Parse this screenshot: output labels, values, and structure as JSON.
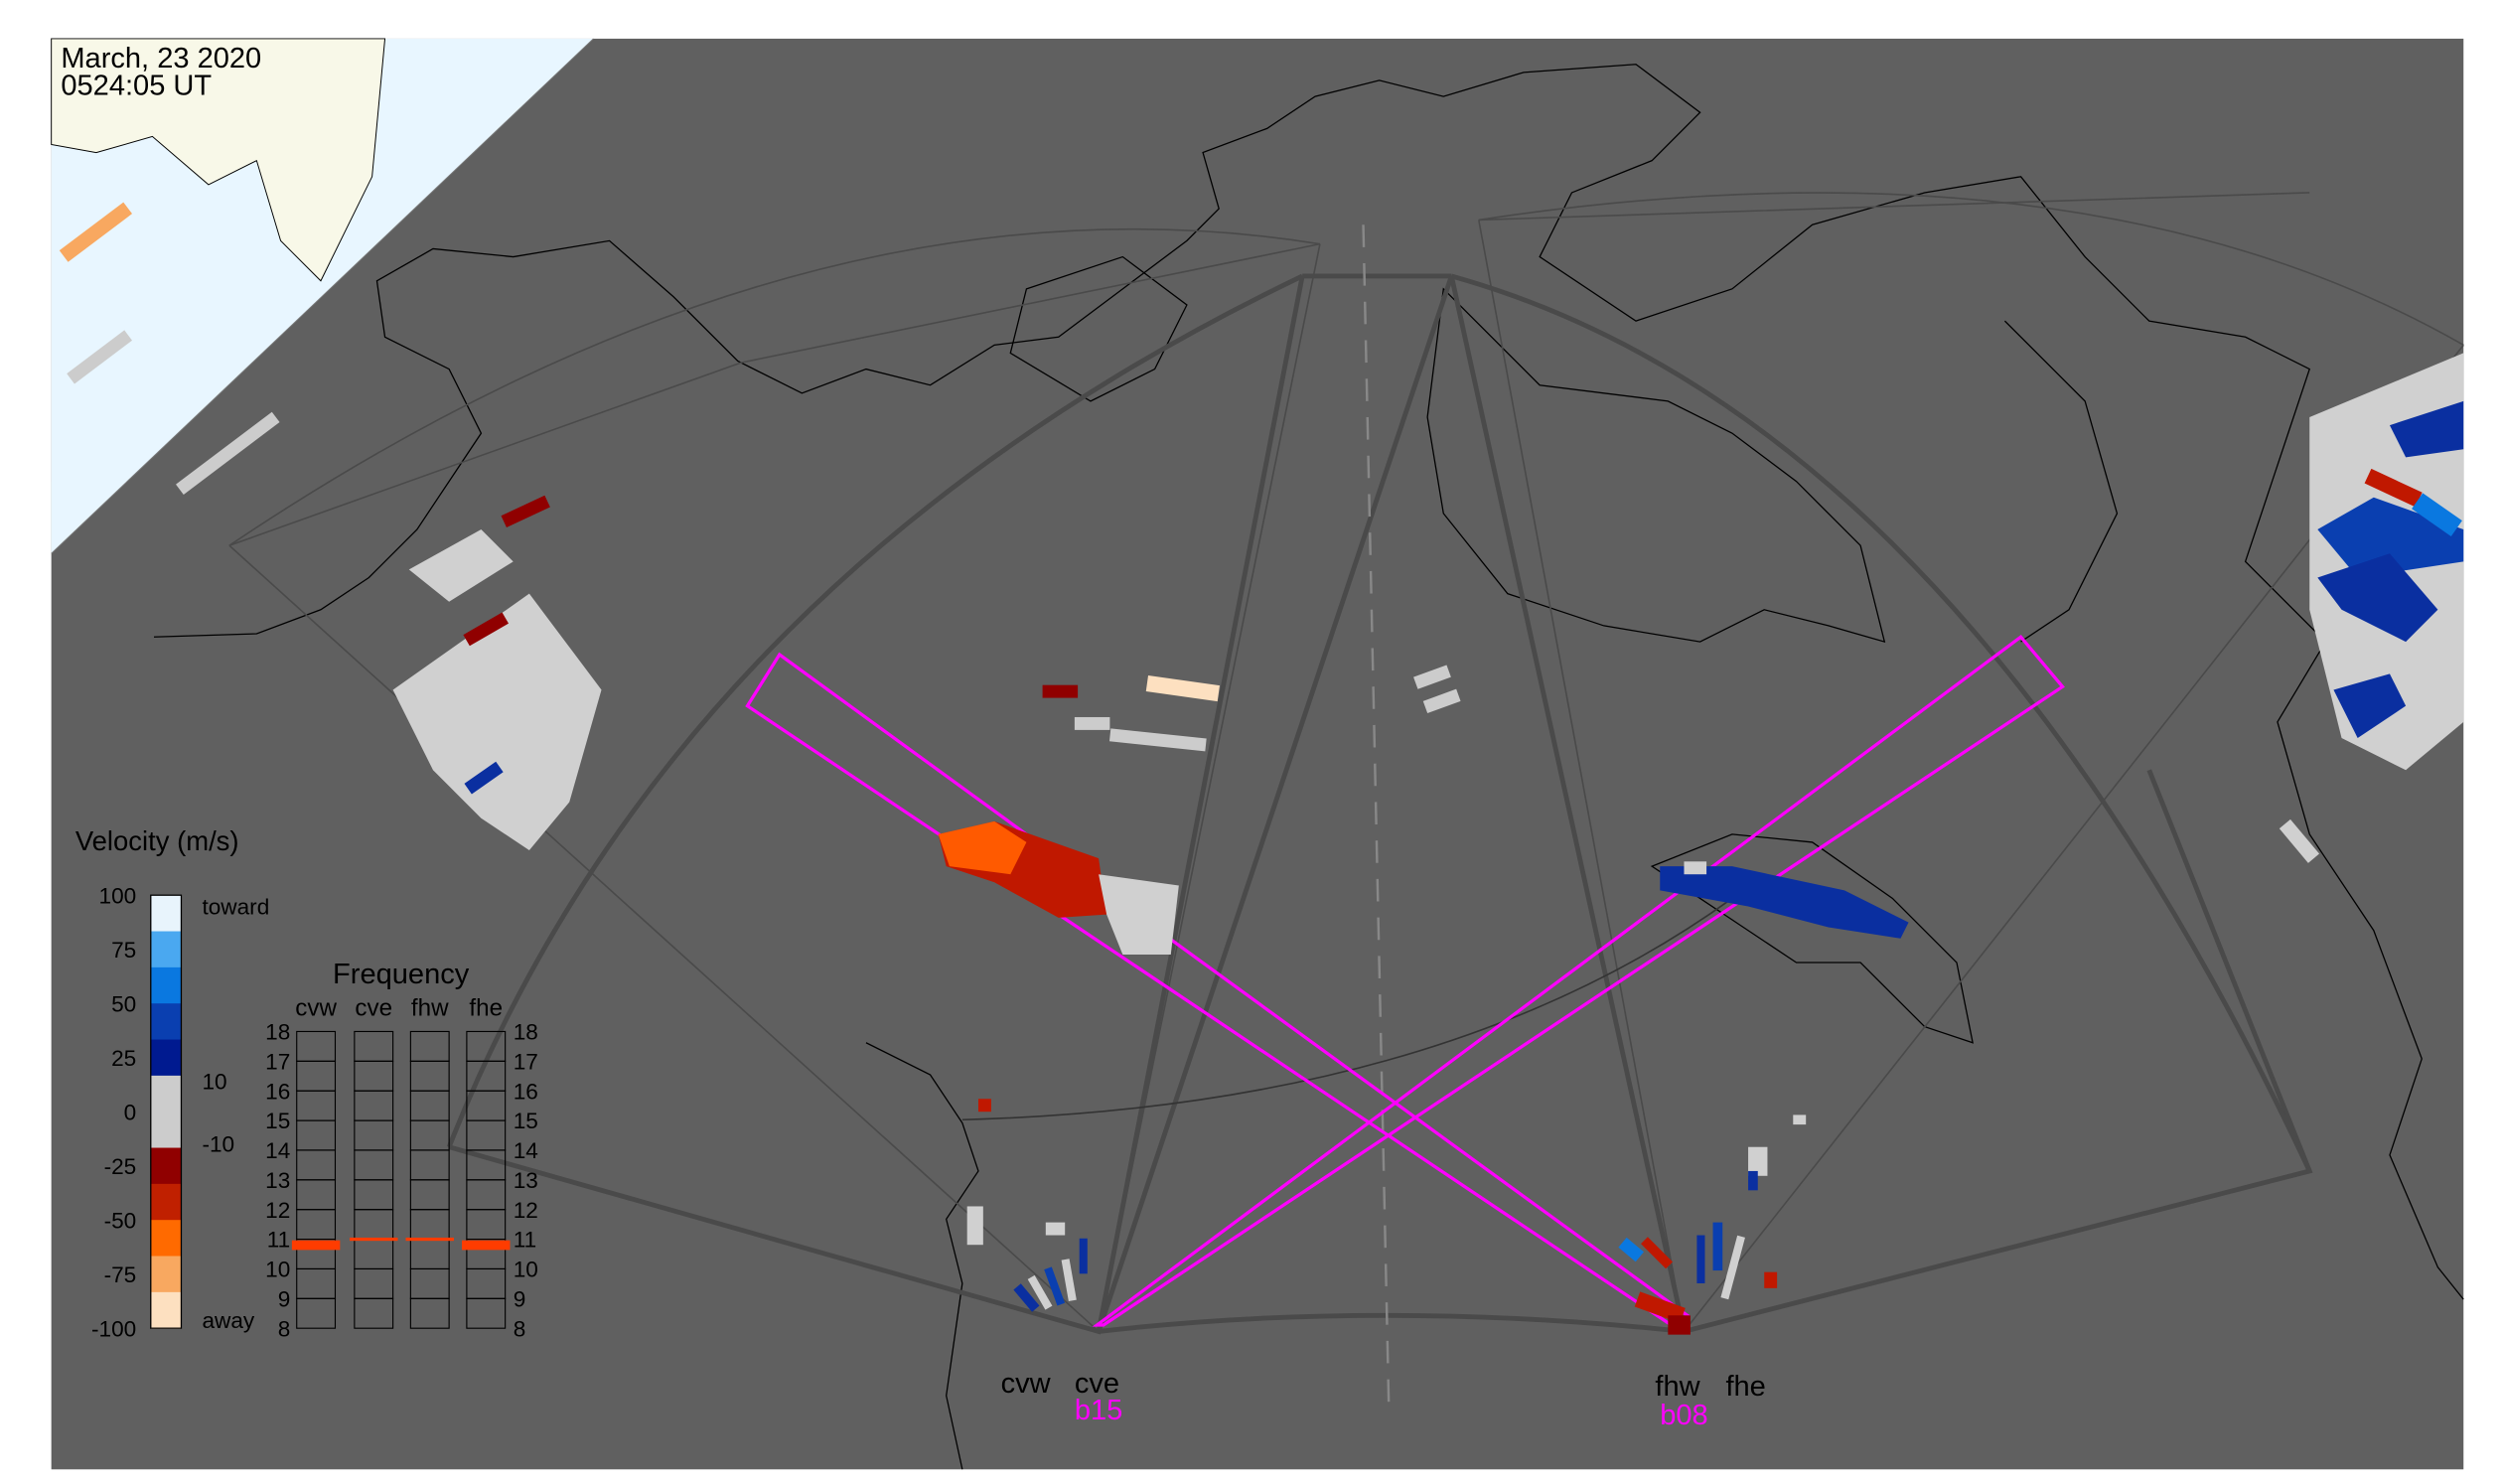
{
  "header": {
    "date": "March, 23 2020",
    "time": "0524:05 UT"
  },
  "legend": {
    "title": "Velocity (m/s)",
    "ticks": [
      "100",
      "75",
      "50",
      "25",
      "0",
      "-25",
      "-50",
      "-75",
      "-100"
    ],
    "tick_values": [
      100,
      75,
      50,
      25,
      0,
      -25,
      -50,
      -75,
      -100
    ],
    "toward_label": "toward",
    "away_label": "away",
    "pos_threshold": "10",
    "neg_threshold": "-10",
    "colors": [
      "#e8f4fc",
      "#4aa8f0",
      "#0a78e0",
      "#0a3fb0",
      "#001a90",
      "#cccccc",
      "#cccccc",
      "#900000",
      "#c02000",
      "#ff6a00",
      "#f8a860",
      "#fde0c0"
    ]
  },
  "frequency": {
    "title": "Frequency",
    "columns": [
      "cvw",
      "cve",
      "fhw",
      "fhe"
    ],
    "ticks": [
      "18",
      "17",
      "16",
      "15",
      "14",
      "13",
      "12",
      "11",
      "10",
      "9",
      "8"
    ],
    "unit_range": [
      8,
      18
    ],
    "marks": [
      {
        "radar": "cvw",
        "value": 10.8,
        "thick": true
      },
      {
        "radar": "cve",
        "value": 11.0,
        "thick": false
      },
      {
        "radar": "fhw",
        "value": 11.0,
        "thick": false
      },
      {
        "radar": "fhe",
        "value": 10.8,
        "thick": true
      }
    ],
    "mark_color": "#ff3c00"
  },
  "radars": {
    "cvw": "cvw",
    "cve": "cve",
    "fhw": "fhw",
    "fhe": "fhe",
    "beam_cv": "b15",
    "beam_fh": "b08"
  },
  "colors": {
    "map": "#606060",
    "land_light": "#f8f8e8",
    "water_light": "#e8f6ff",
    "beam": "#ff00ff"
  }
}
